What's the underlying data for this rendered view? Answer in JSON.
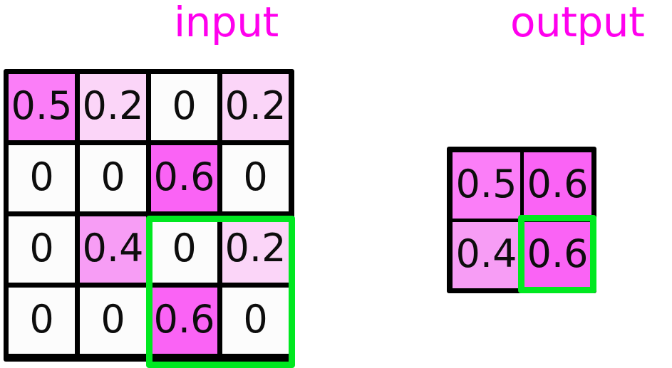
{
  "titles": {
    "input": "input",
    "output": "output"
  },
  "colors": {
    "title": "#ff00ee",
    "highlight": "#00e820",
    "grid_line": "#000000",
    "background": "#ffffff",
    "value_0": "#fcfcfc",
    "value_0_2": "#fbd5f8",
    "value_0_4": "#f79df5",
    "value_0_5": "#fb7ef8",
    "value_0_6": "#fa63f5"
  },
  "input_matrix": {
    "rows": 4,
    "cols": 4,
    "cells": [
      [
        {
          "value": "0.5",
          "color": "#fb7ef8"
        },
        {
          "value": "0.2",
          "color": "#fbd5f8"
        },
        {
          "value": "0",
          "color": "#fcfcfc"
        },
        {
          "value": "0.2",
          "color": "#fbd5f8"
        }
      ],
      [
        {
          "value": "0",
          "color": "#fcfcfc"
        },
        {
          "value": "0",
          "color": "#fcfcfc"
        },
        {
          "value": "0.6",
          "color": "#fa63f5"
        },
        {
          "value": "0",
          "color": "#fcfcfc"
        }
      ],
      [
        {
          "value": "0",
          "color": "#fcfcfc"
        },
        {
          "value": "0.4",
          "color": "#f79df5"
        },
        {
          "value": "0",
          "color": "#fcfcfc"
        },
        {
          "value": "0.2",
          "color": "#fbd5f8"
        }
      ],
      [
        {
          "value": "0",
          "color": "#fcfcfc"
        },
        {
          "value": "0",
          "color": "#fcfcfc"
        },
        {
          "value": "0.6",
          "color": "#fa63f5"
        },
        {
          "value": "0",
          "color": "#fcfcfc"
        }
      ]
    ],
    "selection": {
      "row_start": 2,
      "col_start": 2,
      "row_span": 2,
      "col_span": 2
    }
  },
  "output_matrix": {
    "rows": 2,
    "cols": 2,
    "cells": [
      [
        {
          "value": "0.5",
          "color": "#fb7ef8"
        },
        {
          "value": "0.6",
          "color": "#fa63f5"
        }
      ],
      [
        {
          "value": "0.4",
          "color": "#f79df5"
        },
        {
          "value": "0.6",
          "color": "#fa63f5"
        }
      ]
    ],
    "selection": {
      "row_start": 1,
      "col_start": 1,
      "row_span": 1,
      "col_span": 1
    }
  }
}
